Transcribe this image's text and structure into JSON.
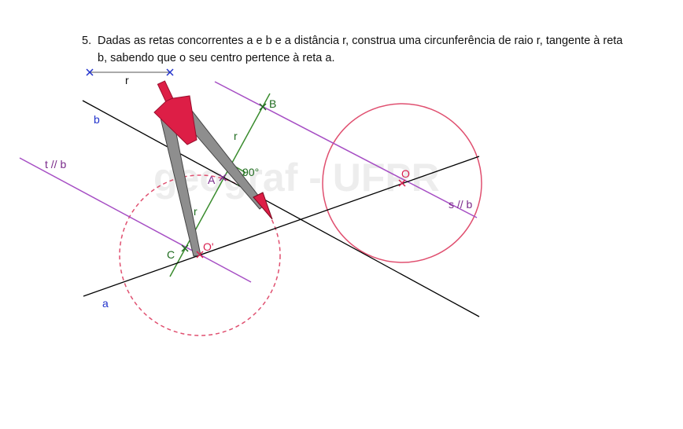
{
  "problem": {
    "number": "5.",
    "line1": "Dadas as retas concorrentes a e b e a distância r, construa uma circunferência de raio r, tangente à reta",
    "line2": "b, sabendo que o seu centro pertence à reta a."
  },
  "labels": {
    "segment_r": "r",
    "line_b": "b",
    "line_a": "a",
    "line_t": "t // b",
    "line_s": "s // b",
    "point_B": "B",
    "point_A": "A",
    "point_C": "C",
    "point_O": "O",
    "point_O_prime": "O'",
    "radius_upper": "r",
    "radius_lower": "r",
    "angle": "90°"
  },
  "watermark": "geograf - UFPR",
  "colors": {
    "text": "#111111",
    "line_black": "#000000",
    "perp_green": "#3a8c2e",
    "parallel_purple": "#a64ec4",
    "circle_red": "#e05070",
    "cross_blue": "#2233cc",
    "label_blue": "#2233cc",
    "label_green": "#1e6b1e",
    "label_purple": "#7a2a8a",
    "label_red": "#d81e4e",
    "compass_red": "#dd1e46",
    "compass_gray": "#8e8e8e"
  }
}
